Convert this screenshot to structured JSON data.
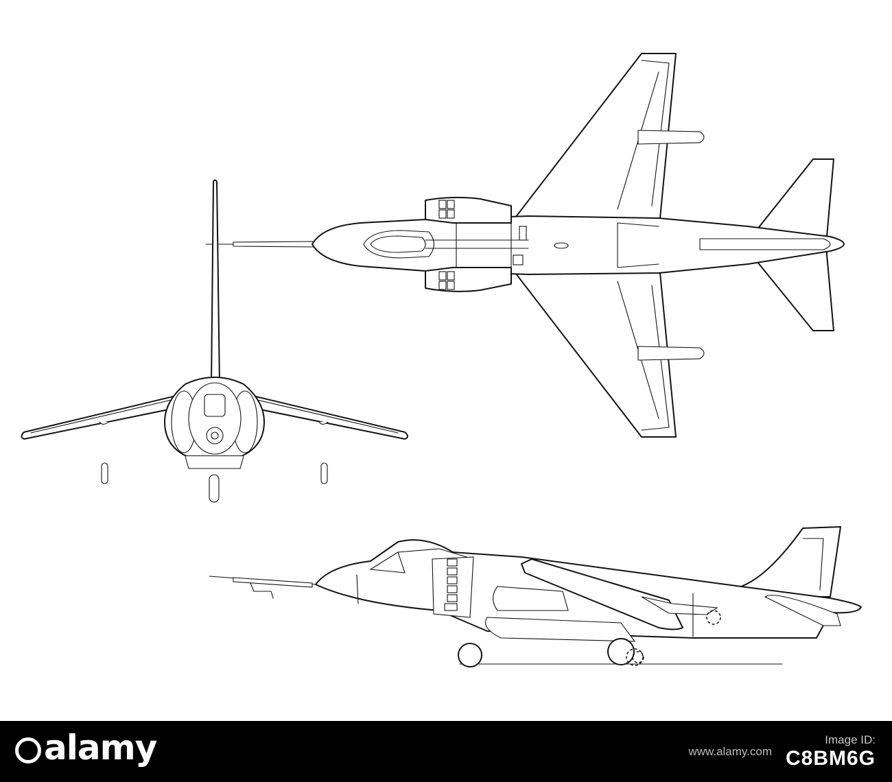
{
  "footer": {
    "brand": "alamy",
    "website": "www.alamy.com",
    "image_id_label": "Image ID:",
    "image_id": "C8BM6G"
  },
  "colors": {
    "line": "#111111",
    "background": "#ffffff",
    "footer_bg": "#000000",
    "footer_text": "#ffffff"
  },
  "icons": {
    "brand_mark": "alamy-logo-icon"
  }
}
